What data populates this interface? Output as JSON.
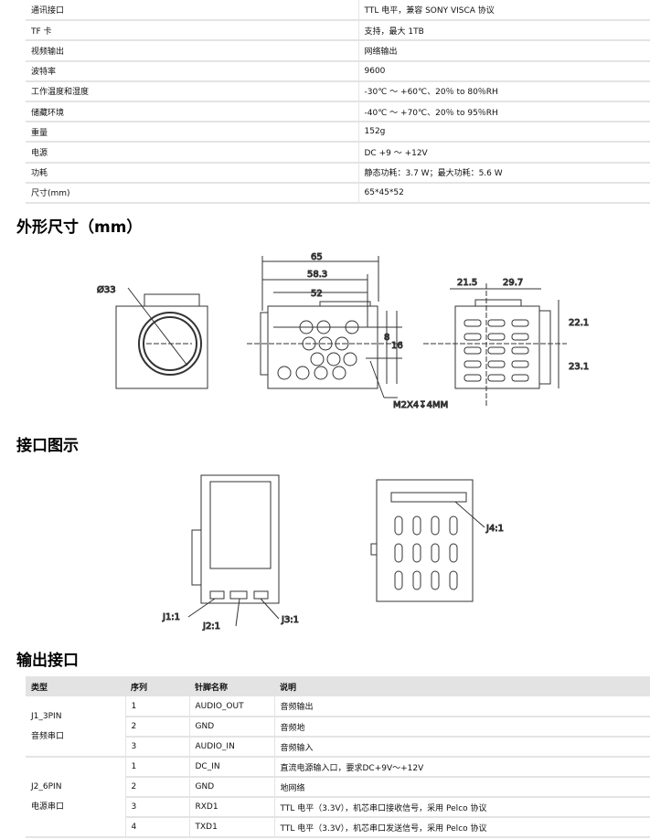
{
  "specs": [
    {
      "k": "通讯接口",
      "v": "TTL 电平，兼容 SONY VISCA 协议"
    },
    {
      "k": "TF 卡",
      "v": "支持，最大 1TB"
    },
    {
      "k": "视频输出",
      "v": "网络输出"
    },
    {
      "k": "波特率",
      "v": "9600"
    },
    {
      "k": "工作温度和湿度",
      "v": "-30℃ ～ +60℃、20％ to 80％RH"
    },
    {
      "k": "储藏环境",
      "v": "-40℃ ～ +70℃、20％ to 95％RH"
    },
    {
      "k": "重量",
      "v": "152g"
    },
    {
      "k": "电源",
      "v": "DC +9 ～ +12V"
    },
    {
      "k": "功耗",
      "v": "静态功耗：3.7 W；最大功耗：5.6 W"
    },
    {
      "k": "尺寸(mm)",
      "v": "65*45*52"
    }
  ],
  "headings": {
    "dims": "外形尺寸（mm）",
    "ports": "接口图示",
    "output": "输出接口"
  },
  "dims": {
    "dia": "Ø33",
    "w65": "65",
    "w583": "58.3",
    "w52": "52",
    "h8": "8",
    "h16": "16",
    "screw": "M2X4↧4MM",
    "d215": "21.5",
    "d297": "29.7",
    "d221": "22.1",
    "d231": "23.1"
  },
  "ports": {
    "j1": "J1:1",
    "j2": "J2:1",
    "j3": "J3:1",
    "j4": "J4:1"
  },
  "io": {
    "headers": [
      "类型",
      "序列",
      "针脚名称",
      "说明"
    ],
    "groups": [
      {
        "name": "J1_3PIN",
        "desc": "音频串口",
        "rows": [
          [
            "1",
            "AUDIO_OUT",
            "音频输出"
          ],
          [
            "2",
            "GND",
            "音频地"
          ],
          [
            "3",
            "AUDIO_IN",
            "音频输入"
          ]
        ]
      },
      {
        "name": "J2_6PIN",
        "desc": "电源串口",
        "rows": [
          [
            "1",
            "DC_IN",
            "直流电源输入口，要求DC+9V～+12V"
          ],
          [
            "2",
            "GND",
            "地网络"
          ],
          [
            "3",
            "RXD1",
            "TTL 电平（3.3V），机芯串口接收信号，采用 Pelco 协议"
          ],
          [
            "4",
            "TXD1",
            "TTL 电平（3.3V），机芯串口发送信号，采用 Pelco 协议"
          ]
        ]
      }
    ]
  }
}
